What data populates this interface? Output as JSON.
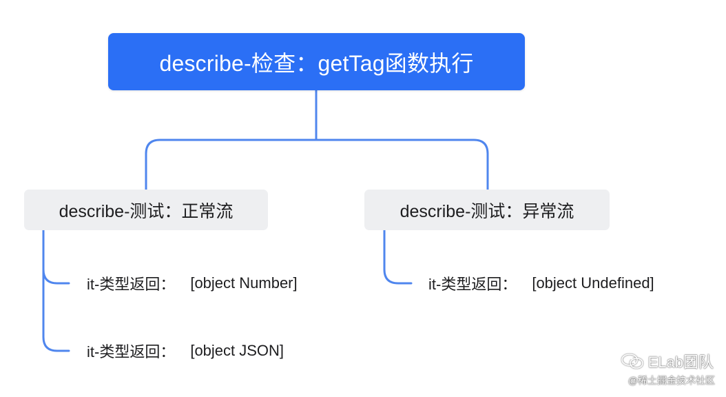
{
  "root": {
    "label": "describe-检查：getTag函数执行"
  },
  "branches": [
    {
      "label": "describe-测试：正常流",
      "leaves": [
        {
          "prefix": "it-类型返回：",
          "value": "[object Number]"
        },
        {
          "prefix": "it-类型返回：",
          "value": "[object JSON]"
        }
      ]
    },
    {
      "label": "describe-测试：异常流",
      "leaves": [
        {
          "prefix": "it-类型返回：",
          "value": "[object Undefined]"
        }
      ]
    }
  ],
  "watermark": {
    "brand": "ELab团队",
    "source": "@稀土掘金技术社区",
    "icon": "wechat-icon"
  },
  "colors": {
    "root_bg": "#2b6ff5",
    "connector": "#4f86ee",
    "branch_bg": "#eeeff1",
    "text": "#1d1d1f"
  }
}
